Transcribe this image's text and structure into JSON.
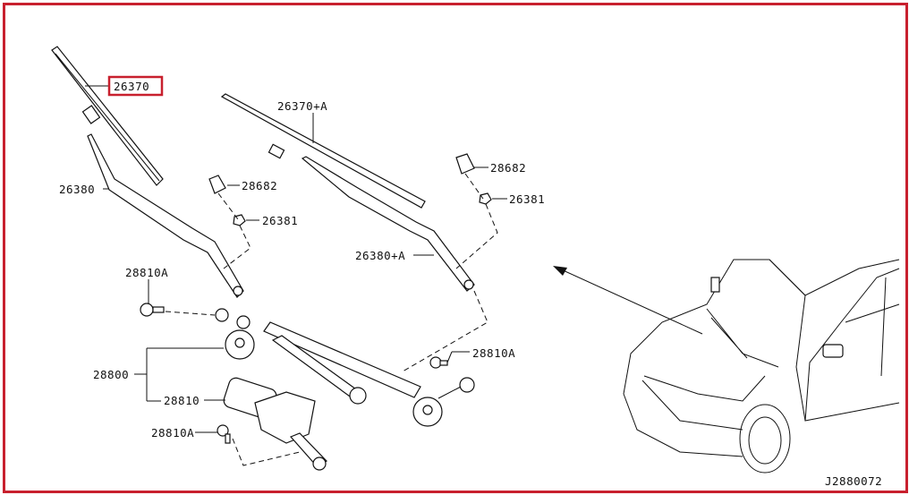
{
  "diagram_code": "J2880072",
  "highlight_color": "#c8202e",
  "labels": {
    "blade_left": "26370",
    "blade_right": "26370+A",
    "arm_left": "26380",
    "arm_right": "26380+A",
    "cap_left": "28682",
    "cap_right": "28682",
    "nut_left": "26381",
    "nut_right": "26381",
    "bolt_upper_left": "28810A",
    "bolt_right": "28810A",
    "bolt_lower": "28810A",
    "linkage_assy": "28800",
    "motor": "28810"
  }
}
